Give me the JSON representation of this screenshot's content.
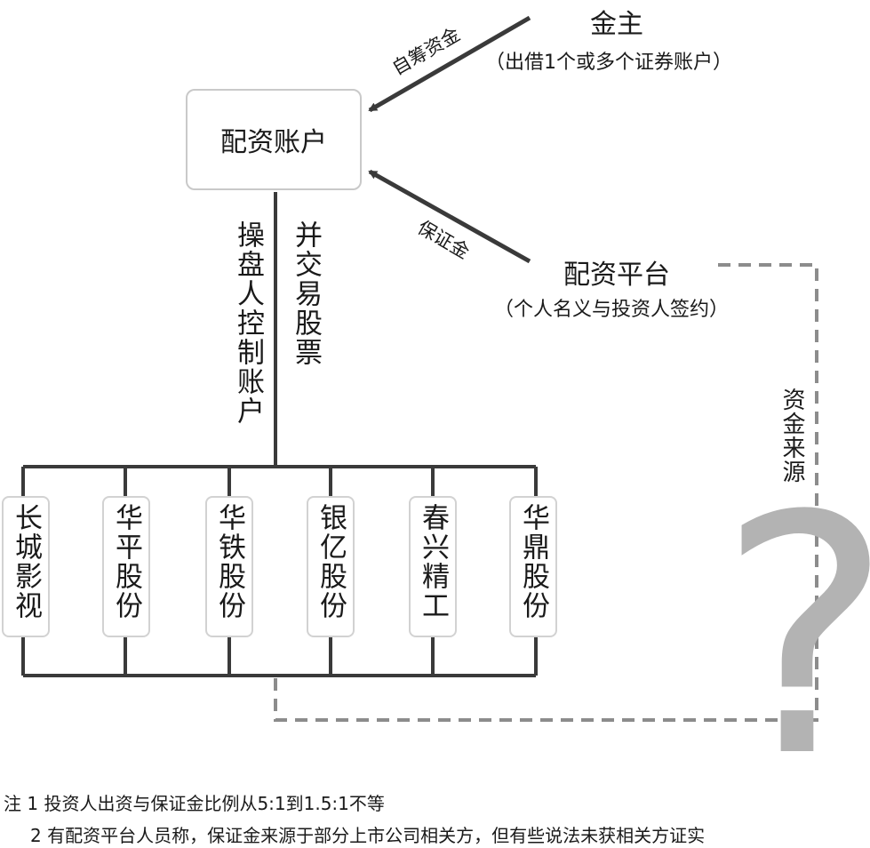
{
  "nodes": {
    "account": "配资账户",
    "funder_title": "金主",
    "funder_subtitle": "（出借1个或多个证券账户）",
    "platform_title": "配资平台",
    "platform_subtitle": "（个人名义与投资人签约）"
  },
  "edges": {
    "self_funds": "自筹资金",
    "margin": "保证金",
    "operator_control": "操盘人控制账户",
    "trade_stocks": "并交易股票",
    "fund_source": "资金来源"
  },
  "stocks": [
    "长城影视",
    "华平股份",
    "华铁股份",
    "银亿股份",
    "春兴精工",
    "华鼎股份"
  ],
  "unknown_mark": "?",
  "notes": {
    "line1": "注 1 投资人出资与保证金比例从5:1到1.5:1不等",
    "line2": "2 有配资平台人员称，保证金来源于部分上市公司相关方，但有些说法未获相关方证实"
  },
  "colors": {
    "line": "#3a3a3a",
    "dashed": "#8c8c8c",
    "box_border": "#c9c9c9",
    "question_mark": "#b3b3b3"
  }
}
